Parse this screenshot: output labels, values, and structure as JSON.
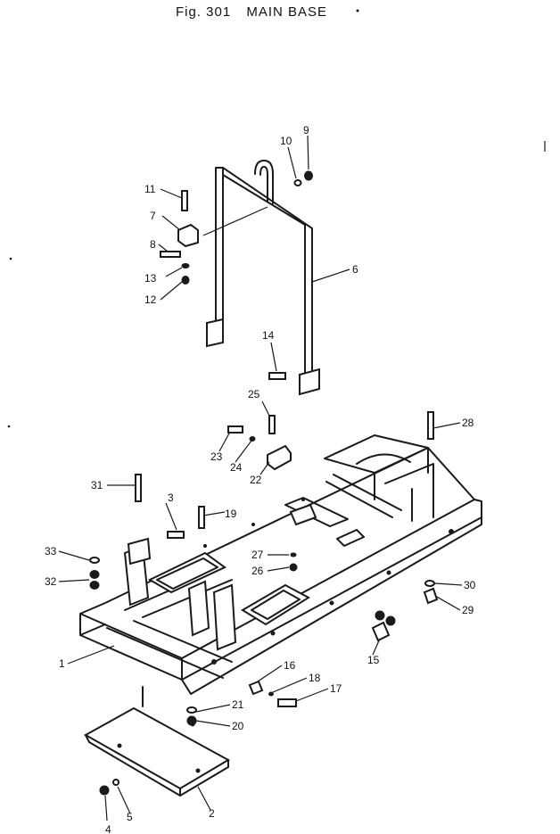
{
  "title": {
    "fig": "Fig. 301",
    "name": "MAIN BASE"
  },
  "callouts": [
    "1",
    "2",
    "3",
    "4",
    "5",
    "6",
    "7",
    "8",
    "9",
    "10",
    "11",
    "12",
    "13",
    "14",
    "15",
    "16",
    "17",
    "18",
    "19",
    "20",
    "21",
    "22",
    "23",
    "24",
    "25",
    "26",
    "27",
    "28",
    "29",
    "30",
    "31",
    "32",
    "33"
  ]
}
